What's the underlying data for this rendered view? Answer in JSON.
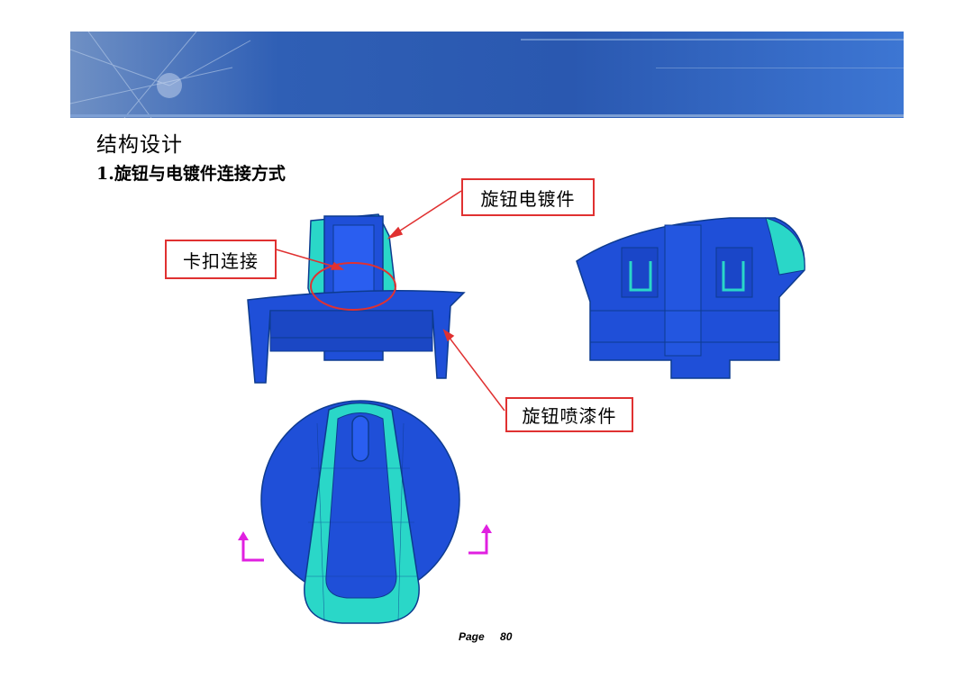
{
  "slide": {
    "heading": "结构设计",
    "subheading": "1.旋钮与电镀件连接方式",
    "labels": {
      "plating_part": "旋钮电镀件",
      "clip_connection": "卡扣连接",
      "painted_part": "旋钮喷漆件"
    },
    "footer": {
      "page_label": "Page",
      "page_number": "80"
    }
  },
  "colors": {
    "banner": "#2f5fb5",
    "part_blue": "#1f4fd8",
    "plating_cyan": "#2ad7c8",
    "callout_red": "#e03131",
    "rotation_arrow": "#e020e0"
  }
}
